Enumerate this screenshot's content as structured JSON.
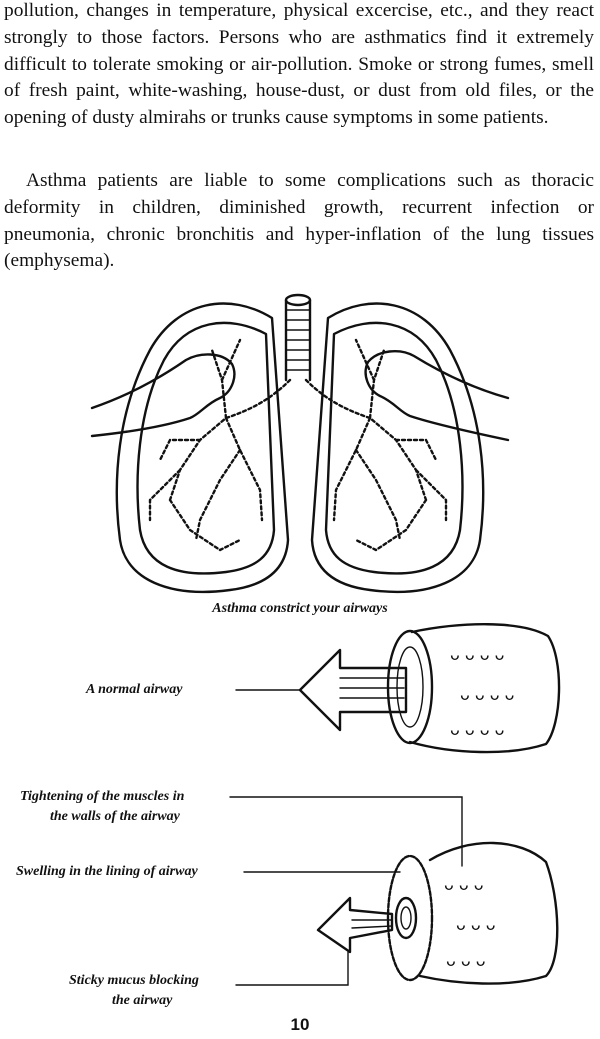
{
  "paragraphs": [
    "pollution, changes in temperature, physical excercise, etc., and they react strongly to those factors. Persons who are asthmatics find it extremely difficult to tolerate smoking or air-pollution. Smoke or strong fumes, smell of fresh paint, white-washing, house-dust, or dust from old files, or the opening of dusty almirahs or trunks cause symptoms in some patients.",
    "Asthma patients are liable to some complications such as thoracic deformity in children, diminished growth, recurrent infection or pneumonia, chronic bronchitis and hyper-inflation of the lung tissues (emphysema)."
  ],
  "figure_lungs": {
    "caption": "Asthma constrict your airways"
  },
  "figure_airways": {
    "normal_label": "A normal airway",
    "muscles_label_line1": "Tightening of the muscles in",
    "muscles_label_line2": "the walls of the airway",
    "swelling_label": "Swelling in the lining of airway",
    "mucus_label_line1": "Sticky mucus blocking",
    "mucus_label_line2": "the airway"
  },
  "page_number": "10"
}
